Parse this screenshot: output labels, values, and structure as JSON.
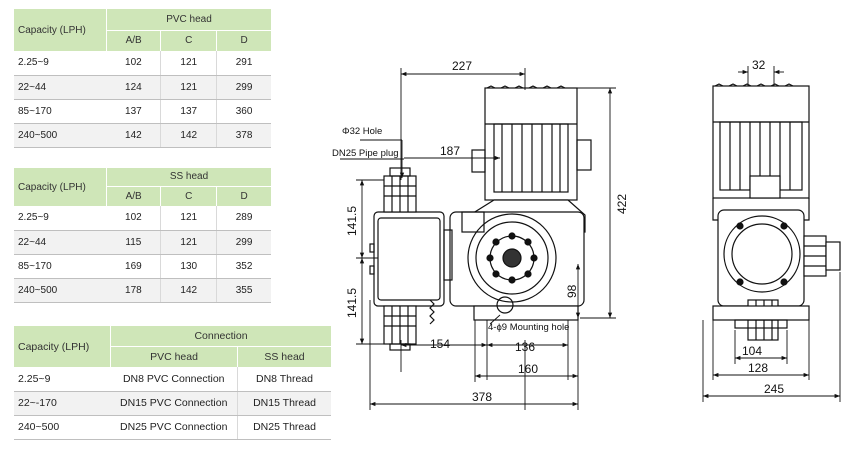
{
  "pvc_table": {
    "cap_header": "Capacity (LPH)",
    "group_header": "PVC head",
    "cols": [
      "A/B",
      "C",
      "D"
    ],
    "rows": [
      [
        "2.25~9",
        "102",
        "121",
        "291"
      ],
      [
        "22~44",
        "124",
        "121",
        "299"
      ],
      [
        "85~170",
        "137",
        "137",
        "360"
      ],
      [
        "240~500",
        "142",
        "142",
        "378"
      ]
    ]
  },
  "ss_table": {
    "cap_header": "Capacity (LPH)",
    "group_header": "SS head",
    "cols": [
      "A/B",
      "C",
      "D"
    ],
    "rows": [
      [
        "2.25~9",
        "102",
        "121",
        "289"
      ],
      [
        "22~44",
        "115",
        "121",
        "299"
      ],
      [
        "85~170",
        "169",
        "130",
        "352"
      ],
      [
        "240~500",
        "178",
        "142",
        "355"
      ]
    ]
  },
  "conn_table": {
    "cap_header": "Capacity (LPH)",
    "group_header": "Connection",
    "cols": [
      "PVC head",
      "SS head"
    ],
    "rows": [
      [
        "2.25~9",
        "DN8 PVC Connection",
        "DN8 Thread"
      ],
      [
        "22~-170",
        "DN15 PVC Connection",
        "DN15 Thread"
      ],
      [
        "240~500",
        "DN25 PVC Connection",
        "DN25 Thread"
      ]
    ]
  },
  "drawing": {
    "front": {
      "dim_top": "227",
      "hole_label": "Φ32 Hole",
      "plug_label": "DN25 Pipe plug",
      "dim_187": "187",
      "dim_141_top": "141.5",
      "dim_141_bottom": "141.5",
      "dim_422": "422",
      "dim_98": "98",
      "mounting_label": "4-ϕ9 Mounting hole",
      "dim_154": "154",
      "dim_136": "136",
      "dim_160": "160",
      "dim_378": "378"
    },
    "side": {
      "dim_32": "32",
      "dim_104": "104",
      "dim_128": "128",
      "dim_245": "245"
    }
  }
}
